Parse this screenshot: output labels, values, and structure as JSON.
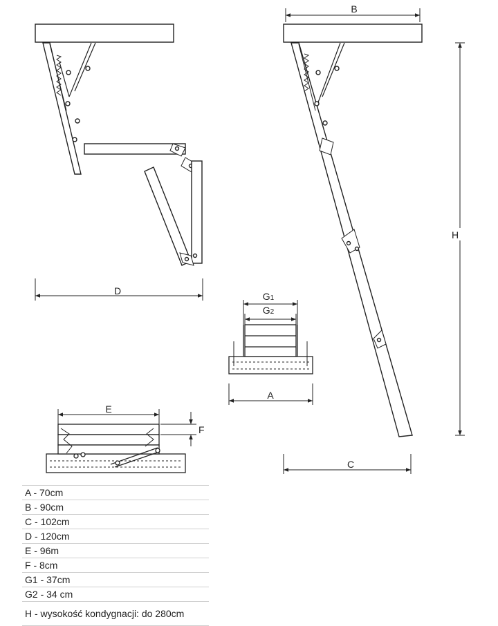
{
  "labels": {
    "B": "B",
    "H": "H",
    "D": "D",
    "G1": "G",
    "G1_sub": "1",
    "G2": "G",
    "G2_sub": "2",
    "A": "A",
    "C": "C",
    "E": "E",
    "F": "F"
  },
  "specs": [
    "A - 70cm",
    "B - 90cm",
    "C - 102cm",
    "D - 120cm",
    "E - 96m",
    "F - 8cm",
    "G1 - 37cm",
    "G2 - 34 cm",
    "H - wysokość kondygnacji: do 280cm"
  ]
}
